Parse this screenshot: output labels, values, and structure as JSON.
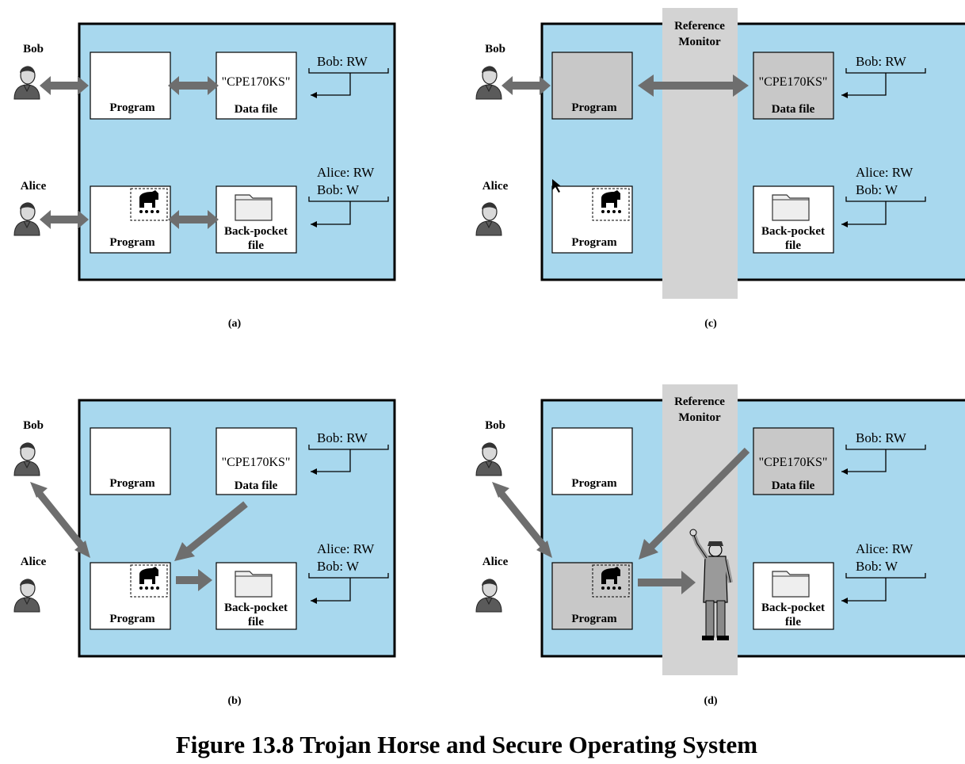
{
  "users": {
    "bob": "Bob",
    "alice": "Alice"
  },
  "labels": {
    "program": "Program",
    "data_file_content": "\"CPE170KS\"",
    "data_file": "Data file",
    "back_pocket_line1": "Back-pocket",
    "back_pocket_line2": "file",
    "reference_monitor_line1": "Reference",
    "reference_monitor_line2": "Monitor"
  },
  "acl": {
    "data_file": [
      "Bob: RW"
    ],
    "back_pocket": [
      "Alice: RW",
      "Bob: W"
    ]
  },
  "panels": [
    {
      "caption": "(a)"
    },
    {
      "caption": "(b)"
    },
    {
      "caption": "(c)"
    },
    {
      "caption": "(d)"
    }
  ],
  "figure_title": "Figure 13.8  Trojan Horse and Secure Operating System",
  "colors": {
    "system_bg": "#a8d8ee",
    "monitor_band": "#d3d3d3",
    "arrow": "#6e6e6e",
    "highlighted_box": "#c8c8c8"
  }
}
